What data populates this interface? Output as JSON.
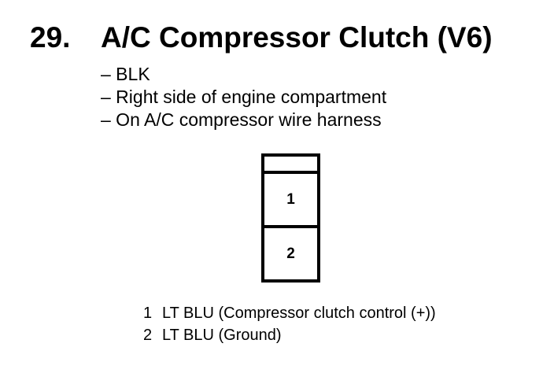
{
  "heading": {
    "number": "29.",
    "title": "A/C Compressor Clutch (V6)"
  },
  "notes": [
    "– BLK",
    "– Right side of engine compartment",
    "– On A/C compressor wire harness"
  ],
  "connector": {
    "cavities": [
      "1",
      "2"
    ]
  },
  "pins": [
    {
      "number": "1",
      "description": "LT BLU (Compressor clutch control (+))"
    },
    {
      "number": "2",
      "description": "LT BLU (Ground)"
    }
  ]
}
